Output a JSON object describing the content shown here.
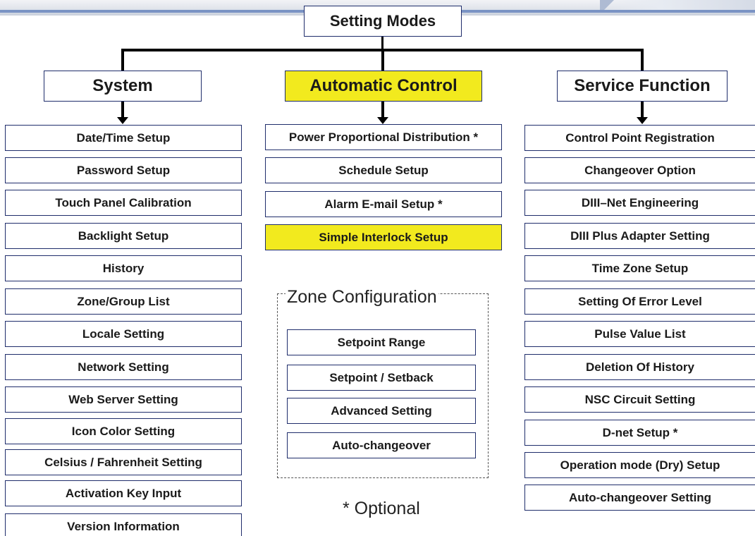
{
  "root": {
    "label": "Setting Modes"
  },
  "columns": {
    "system": {
      "title": "System",
      "items": [
        "Date/Time Setup",
        "Password Setup",
        "Touch Panel Calibration",
        "Backlight Setup",
        "History",
        "Zone/Group List",
        "Locale Setting",
        "Network Setting",
        "Web Server Setting",
        "Icon Color Setting",
        "Celsius / Fahrenheit Setting",
        "Activation Key Input",
        "Version Information"
      ]
    },
    "auto": {
      "title": "Automatic Control",
      "highlighted": true,
      "items": [
        "Power Proportional Distribution *",
        "Schedule Setup",
        "Alarm E-mail Setup *",
        "Simple Interlock Setup"
      ],
      "highlighted_item": "Simple Interlock Setup"
    },
    "service": {
      "title": "Service Function",
      "items": [
        "Control Point Registration",
        "Changeover Option",
        "DIII–Net Engineering",
        "DIII Plus Adapter Setting",
        "Time Zone Setup",
        "Setting Of Error Level",
        "Pulse Value List",
        "Deletion Of History",
        "NSC Circuit Setting",
        "D-net Setup *",
        "Operation mode (Dry) Setup",
        "Auto-changeover Setting"
      ]
    }
  },
  "zone": {
    "title": "Zone Configuration",
    "items": [
      "Setpoint Range",
      "Setpoint / Setback",
      "Advanced Setting",
      "Auto-changeover"
    ]
  },
  "note": "* Optional",
  "colors": {
    "highlight": "#f2ea1e",
    "border": "#1f2d6b",
    "connector": "#000000"
  }
}
